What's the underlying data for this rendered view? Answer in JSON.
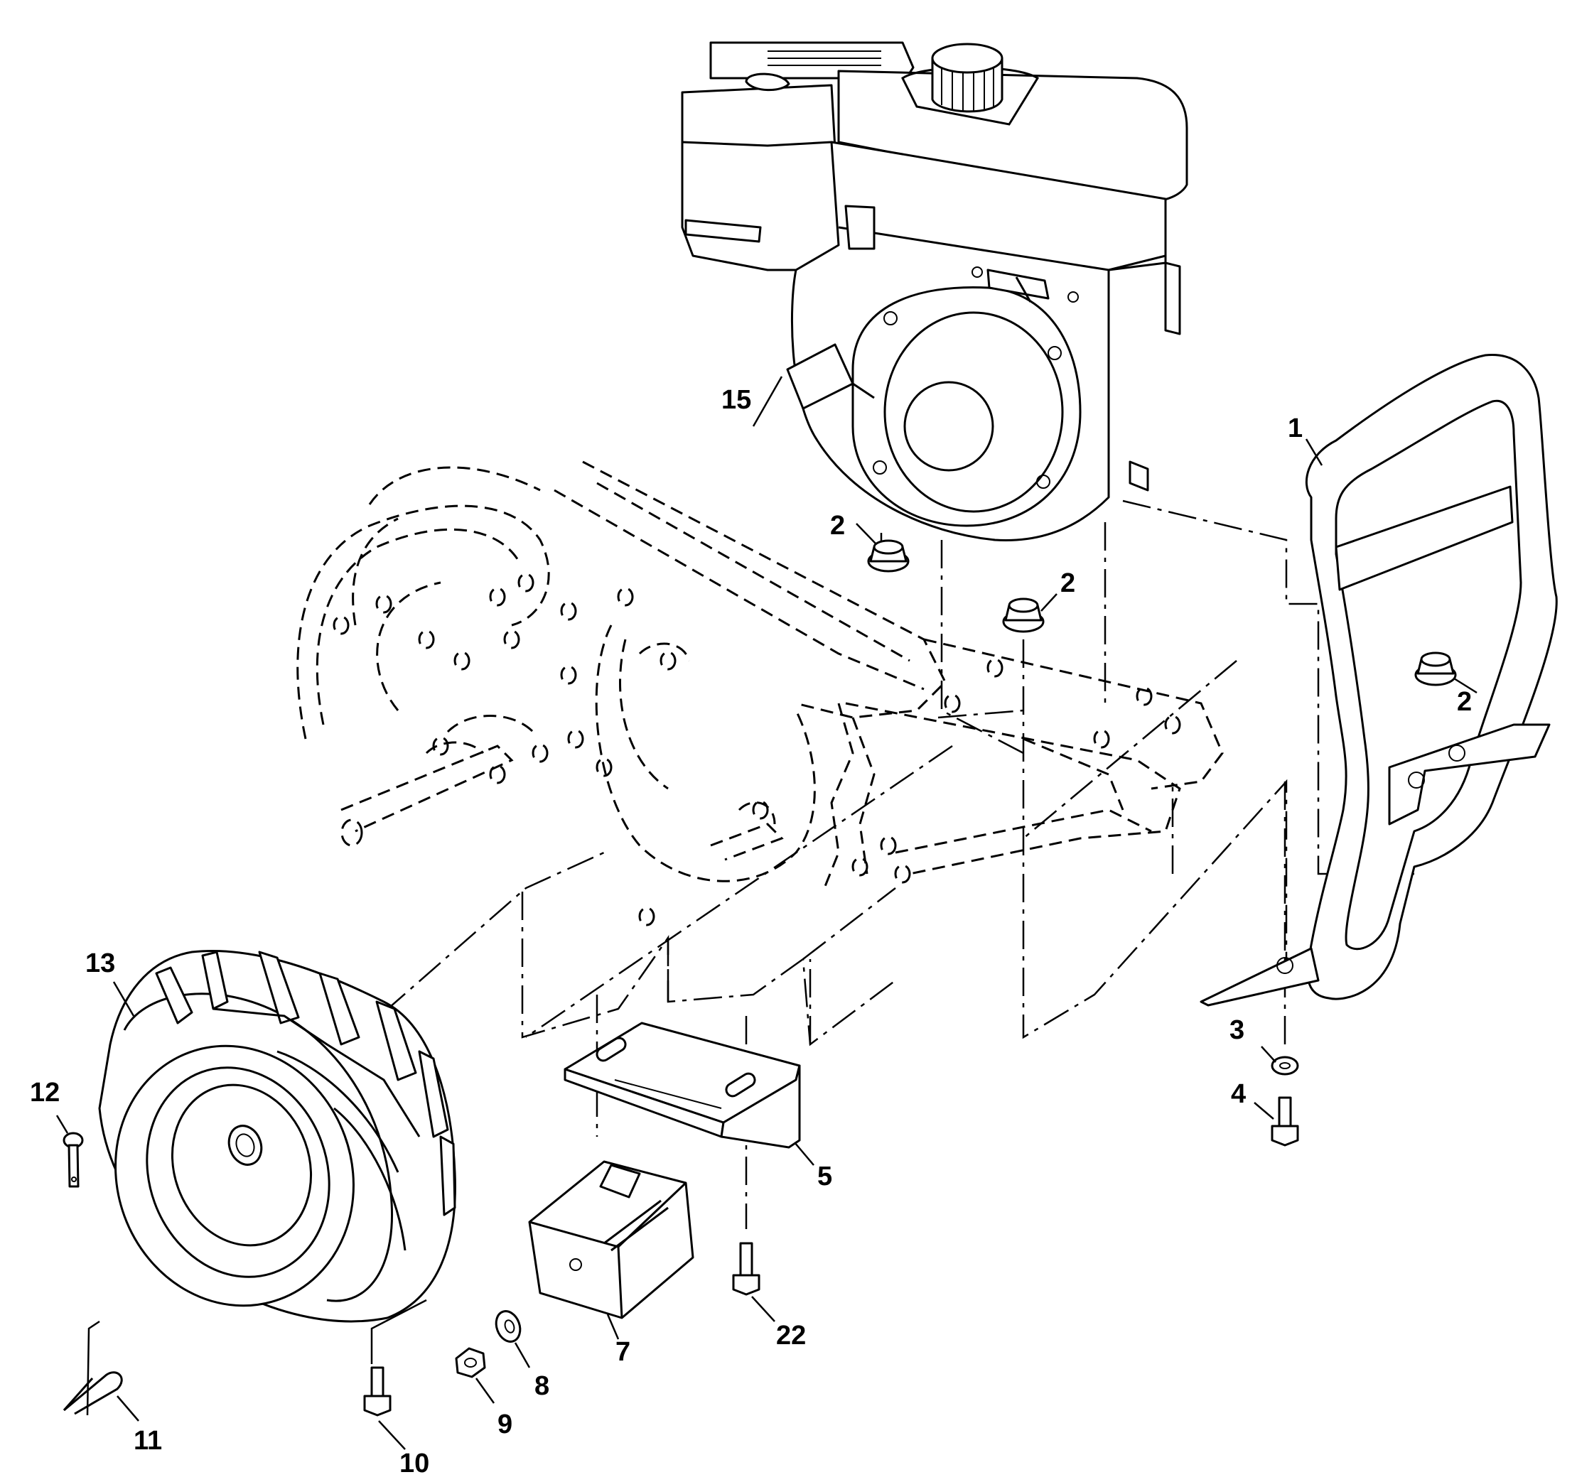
{
  "callouts": [
    {
      "id": "c1",
      "label": "1"
    },
    {
      "id": "c2a",
      "label": "2"
    },
    {
      "id": "c2b",
      "label": "2"
    },
    {
      "id": "c2c",
      "label": "2"
    },
    {
      "id": "c3",
      "label": "3"
    },
    {
      "id": "c4",
      "label": "4"
    },
    {
      "id": "c5",
      "label": "5"
    },
    {
      "id": "c7",
      "label": "7"
    },
    {
      "id": "c8",
      "label": "8"
    },
    {
      "id": "c9",
      "label": "9"
    },
    {
      "id": "c10",
      "label": "10"
    },
    {
      "id": "c11",
      "label": "11"
    },
    {
      "id": "c12",
      "label": "12"
    },
    {
      "id": "c13",
      "label": "13"
    },
    {
      "id": "c15",
      "label": "15"
    },
    {
      "id": "c22",
      "label": "22"
    }
  ]
}
